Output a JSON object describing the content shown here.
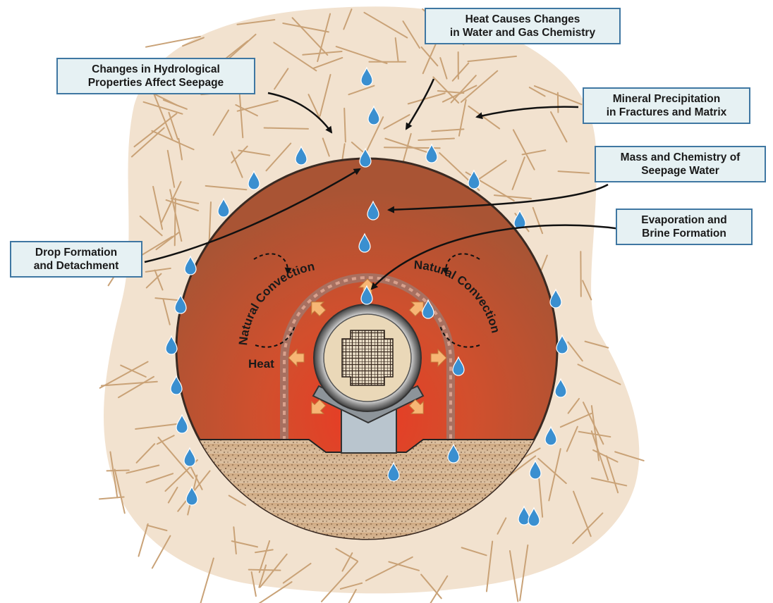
{
  "callouts": {
    "hydro": [
      "Changes in Hydrological",
      "Properties Affect Seepage"
    ],
    "heat_chem": [
      "Heat Causes Changes",
      "in Water and Gas Chemistry"
    ],
    "mineral": [
      "Mineral Precipitation",
      "in Fractures and Matrix"
    ],
    "mass": [
      "Mass and Chemistry of",
      "Seepage Water"
    ],
    "evap": [
      "Evaporation and",
      "Brine Formation"
    ],
    "drop": [
      "Drop Formation",
      "and Detachment"
    ]
  },
  "labels": {
    "convection_left": "Natural Convection",
    "convection_right": "Natural Convection",
    "heat": "Heat"
  },
  "colors": {
    "rock": "#f2e2cf",
    "fracture": "#c9a277",
    "drift_dark": "#a94a2a",
    "drift_hot": "#e24a2a",
    "drip": "#3a8fd0",
    "floor": "#d9b893",
    "callout_fill": "#e6f1f3",
    "callout_border": "#3f77a2",
    "heat_arrow": "#f7b675"
  }
}
